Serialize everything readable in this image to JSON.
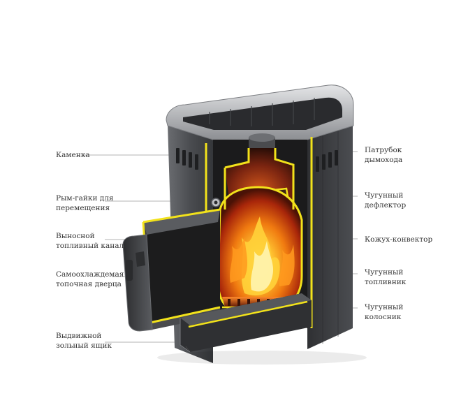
{
  "diagram": {
    "colors": {
      "body_dark": "#3a3b3e",
      "body_mid": "#55575b",
      "steel_light": "#c7c9cc",
      "highlight_yellow": "#f2e21b",
      "flame_orange": "#f07a10",
      "flame_yellow": "#ffd23a",
      "ember_red": "#b4240c",
      "leader_line": "#9a9a9a"
    },
    "labels_left": [
      {
        "id": "kamenka",
        "text": "Каменка"
      },
      {
        "id": "rym_gaiki",
        "text": "Рым-гайки для\nперемещения"
      },
      {
        "id": "vynosnoy_kanal",
        "text": "Выносной\nтопливный канал"
      },
      {
        "id": "dvertsa",
        "text": "Самоохлаждемая\nтопочная дверца"
      },
      {
        "id": "zolny_yashchik",
        "text": "Выдвижной\nзольный ящик"
      }
    ],
    "labels_right": [
      {
        "id": "patrubok",
        "text": "Патрубок\nдымохода"
      },
      {
        "id": "deflektor",
        "text": "Чугунный\nдефлектор"
      },
      {
        "id": "kozhukh",
        "text": "Кожух-конвектор"
      },
      {
        "id": "toplivnik",
        "text": "Чугунный\nтопливник"
      },
      {
        "id": "kolosnik",
        "text": "Чугунный\nколосник"
      }
    ]
  }
}
